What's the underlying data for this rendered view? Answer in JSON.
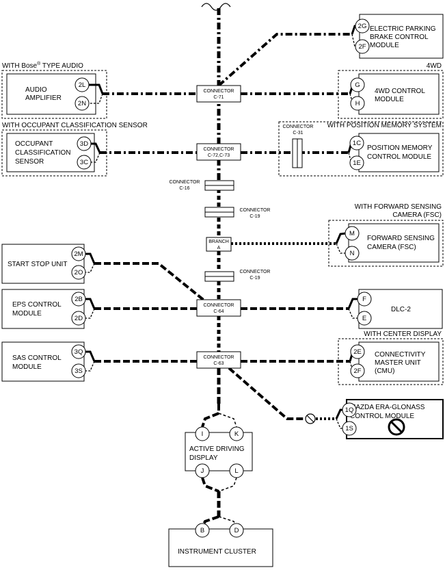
{
  "group_labels": {
    "bose_prefix": "WITH Bose",
    "bose_reg": "®",
    "bose_suffix": " TYPE AUDIO",
    "fourwd": "4WD",
    "occupant_sensor": "WITH OCCUPANT CLASSIFICATION SENSOR",
    "position_memory": "WITH POSITION MEMORY SYSTEM",
    "fsc_line1": "WITH FORWARD SENSING",
    "fsc_line2": "CAMERA (FSC)",
    "center_display": "WITH CENTER DISPLAY"
  },
  "modules": {
    "epb": [
      "ELECTRIC PARKING",
      "BRAKE CONTROL",
      "MODULE"
    ],
    "audio": [
      "AUDIO",
      "AMPLIFIER"
    ],
    "fourwd": [
      "4WD CONTROL",
      "MODULE"
    ],
    "occupant": [
      "OCCUPANT",
      "CLASSIFICATION",
      "SENSOR"
    ],
    "position_memory": [
      "POSITION MEMORY",
      "CONTROL MODULE"
    ],
    "fsc": [
      "FORWARD SENSING",
      "CAMERA (FSC)"
    ],
    "start_stop": [
      "START STOP UNIT"
    ],
    "eps": [
      "EPS CONTROL",
      "MODULE"
    ],
    "dlc": [
      "DLC-2"
    ],
    "sas": [
      "SAS CONTROL",
      "MODULE"
    ],
    "cmu": [
      "CONNECTIVITY",
      "MASTER UNIT",
      "(CMU)"
    ],
    "era": [
      "MAZDA ERA-GLONASS",
      "CONTROL MODULE"
    ],
    "adisp": [
      "ACTIVE DRIVING",
      "DISPLAY"
    ],
    "cluster": [
      "INSTRUMENT CLUSTER"
    ]
  },
  "connectors": {
    "c71": [
      "CONNECTOR",
      "C-71"
    ],
    "c72": [
      "CONNECTOR",
      "C-72,C-73"
    ],
    "c31": [
      "CONNECTOR",
      "C-31"
    ],
    "c16": [
      "CONNECTOR",
      "C-16"
    ],
    "c19a": [
      "CONNECTOR",
      "C-19"
    ],
    "branch": [
      "BRANCH",
      "A"
    ],
    "c19b": [
      "CONNECTOR",
      "C-19"
    ],
    "c64": [
      "CONNECTOR",
      "C-64"
    ],
    "c63": [
      "CONNECTOR",
      "C-63"
    ]
  },
  "pins": {
    "epb": [
      "2G",
      "2F"
    ],
    "audio": [
      "2L",
      "2N"
    ],
    "fourwd": [
      "G",
      "H"
    ],
    "occupant": [
      "3D",
      "3C"
    ],
    "position_memory": [
      "1C",
      "1E"
    ],
    "fsc": [
      "M",
      "N"
    ],
    "start_stop": [
      "2M",
      "2O"
    ],
    "eps": [
      "2B",
      "2D"
    ],
    "dlc": [
      "F",
      "E"
    ],
    "sas": [
      "3Q",
      "3S"
    ],
    "cmu": [
      "2E",
      "2F"
    ],
    "era": [
      "1Q",
      "1S"
    ],
    "adisp": [
      "I",
      "K",
      "J",
      "L"
    ],
    "cluster": [
      "B",
      "D"
    ]
  },
  "line_styles": {
    "can_high_speed": "dash-dot",
    "can_main": "long-dash",
    "optional_branch": "dotted"
  },
  "icons": {
    "prohibit": "prohibited-circle-icon",
    "break": "wire-break-icon"
  },
  "colors": {
    "line": "#000000",
    "background": "#ffffff"
  }
}
